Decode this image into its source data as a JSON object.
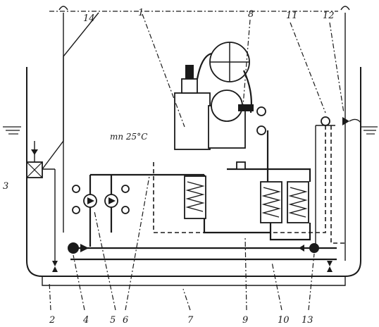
{
  "labels": {
    "n1": "1",
    "n2": "2",
    "n3": "3",
    "n4": "4",
    "n5": "5",
    "n6": "6",
    "n7": "7",
    "n8": "8",
    "n9": "9",
    "n10": "10",
    "n11": "11",
    "n12": "12",
    "n13": "13",
    "n14": "14"
  },
  "annotation": {
    "temperature": "тп 25°С"
  }
}
